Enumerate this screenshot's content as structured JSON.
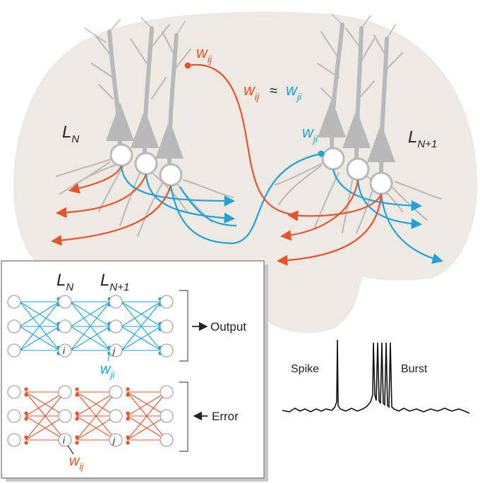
{
  "layers": {
    "left": {
      "main": "L",
      "sub": "N"
    },
    "right": {
      "main": "L",
      "sub": "N+1"
    }
  },
  "weights": {
    "forward": {
      "main": "w",
      "sub": "ji"
    },
    "backward": {
      "main": "w",
      "sub": "ij"
    },
    "approx": "≈"
  },
  "inset": {
    "layer_left": {
      "main": "L",
      "sub": "N"
    },
    "layer_right": {
      "main": "L",
      "sub": "N+1"
    },
    "node_i": "i",
    "node_j": "j",
    "output_label": "Output",
    "error_label": "Error",
    "w_forward": {
      "main": "w",
      "sub": "ji"
    },
    "w_backward": {
      "main": "w",
      "sub": "ij"
    }
  },
  "trace": {
    "spike_label": "Spike",
    "burst_label": "Burst"
  },
  "colors": {
    "feedforward": "#1aa3dd",
    "feedback": "#e8532a",
    "neuron": "#b9b9b9",
    "brain_bg": "#efe9e4",
    "inset_border": "#8c8c8c",
    "text": "#222222"
  },
  "icons": {
    "output_arrow": "right-arrow-icon",
    "error_arrow": "left-arrow-icon"
  }
}
